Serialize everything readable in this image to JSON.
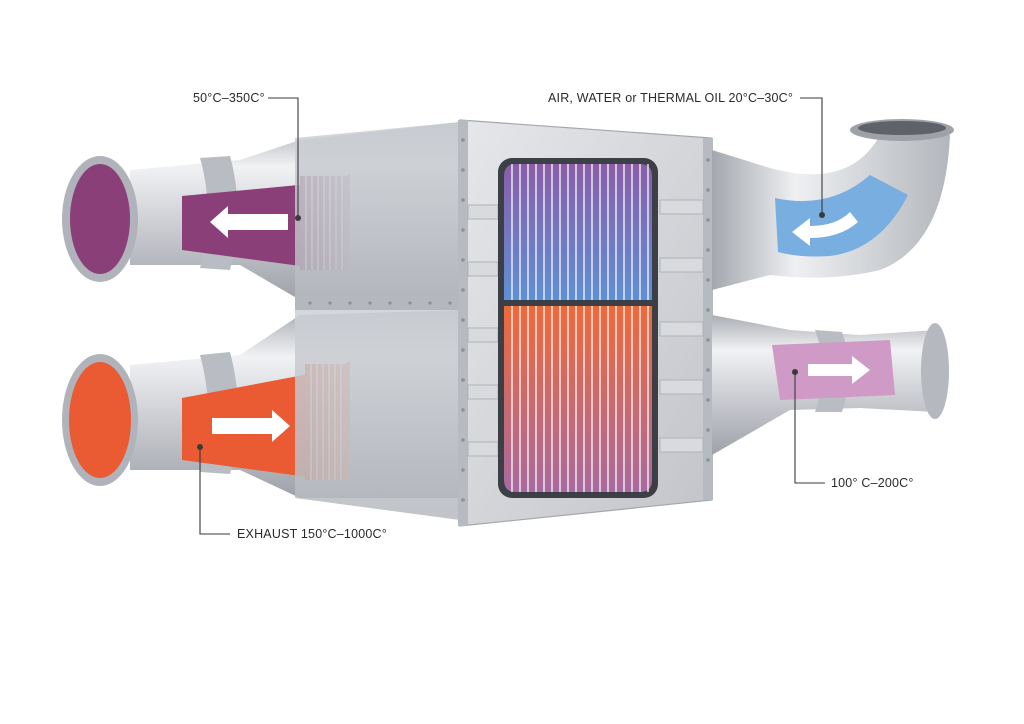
{
  "labels": {
    "cooled_exhaust_outlet": "50°C–350C°",
    "coolant_inlet": "AIR, WATER or THERMAL OIL 20°C–30C°",
    "heated_coolant_outlet": "100° C–200C°",
    "exhaust_inlet": "EXHAUST 150°C–1000C°"
  },
  "colors": {
    "cooled_exhaust": "#8a3f78",
    "hot_exhaust": "#ea5a33",
    "coolant_in": "#78aee0",
    "coolant_out": "#cf9ac6",
    "metal": "#c9cbd0"
  }
}
